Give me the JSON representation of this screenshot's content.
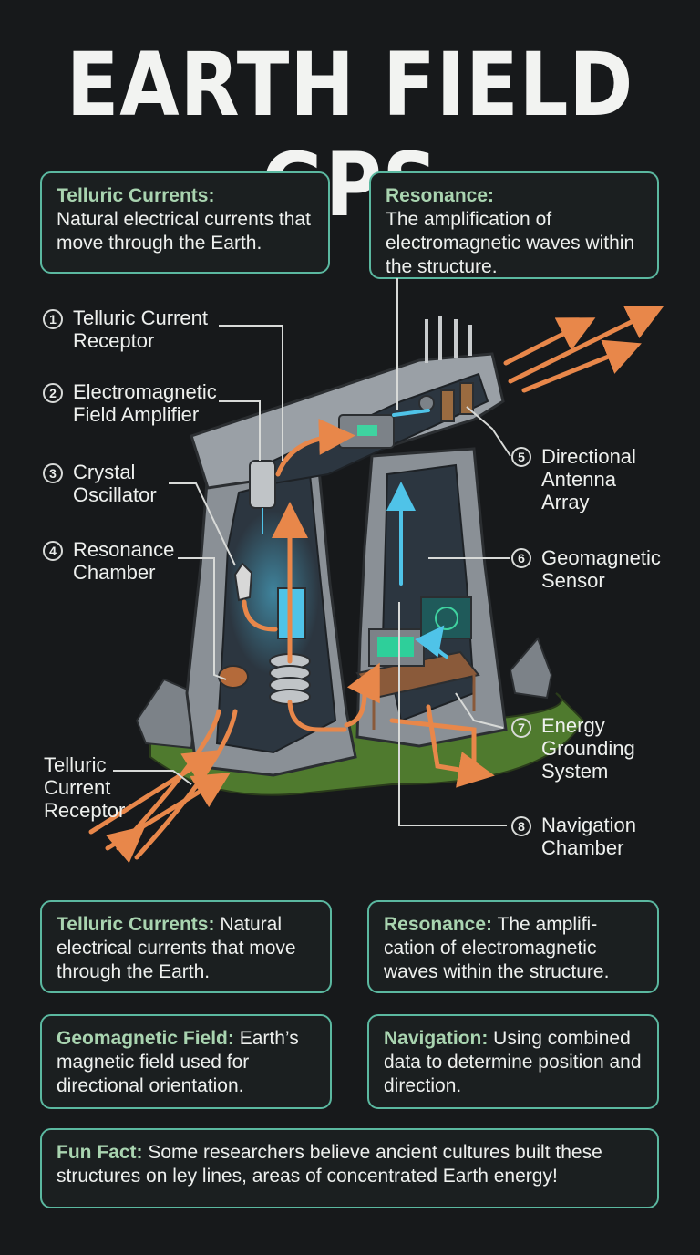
{
  "title": "EARTH FIELD GPS",
  "top_defs": [
    {
      "term": "Telluric Currents:",
      "text": "Natural electrical currents that move through the Earth."
    },
    {
      "term": "Resonance:",
      "text": "The amplification of electromagnetic waves within the structure."
    }
  ],
  "callouts": [
    {
      "num": "1",
      "line1": "Telluric Current",
      "line2": "Receptor",
      "line3": ""
    },
    {
      "num": "2",
      "line1": "Electromagnetic",
      "line2": "Field Amplifier",
      "line3": ""
    },
    {
      "num": "3",
      "line1": "Crystal",
      "line2": "Oscillator",
      "line3": ""
    },
    {
      "num": "4",
      "line1": "Resonance",
      "line2": "Chamber",
      "line3": ""
    },
    {
      "num": "5",
      "line1": "Directional",
      "line2": "Antenna",
      "line3": "Array"
    },
    {
      "num": "6",
      "line1": "Geomagnetic",
      "line2": "Sensor",
      "line3": ""
    },
    {
      "num": "7",
      "line1": "Energy",
      "line2": "Grounding",
      "line3": "System"
    },
    {
      "num": "8",
      "line1": "Navigation",
      "line2": "Chamber",
      "line3": ""
    }
  ],
  "input_label": {
    "line1": "Telluric",
    "line2": "Current",
    "line3": "Receptor"
  },
  "bottom_defs": [
    {
      "term": "Telluric Currents:",
      "text": " Natural electrical currents that move through the Earth."
    },
    {
      "term": "Resonance:",
      "text": " The amplifi-cation of electromagnetic waves within the structure."
    },
    {
      "term": "Geomagnetic Field:",
      "text": " Earth’s magnetic field used for directional orientation."
    },
    {
      "term": "Navigation:",
      "text": " Using combined data to determine position and direction."
    }
  ],
  "fun_fact": {
    "term": "Fun Fact:",
    "text": " Some researchers believe ancient cultures built these structures on ley lines, areas of concentrated Earth energy!"
  },
  "colors": {
    "accent": "#5bb8a0",
    "term": "#a9d4b0",
    "arrow": "#e8874a",
    "glow": "#4fc3e8",
    "stone": "#8a9096",
    "grass": "#4f7a2e"
  }
}
